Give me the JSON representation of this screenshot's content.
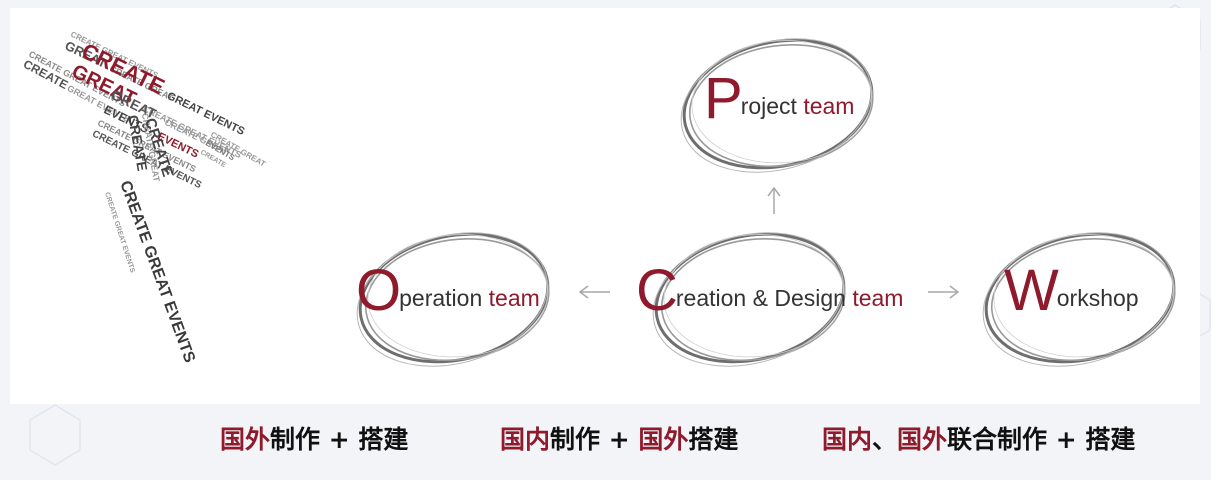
{
  "logo": {
    "words": [
      "CREATE",
      "GREAT",
      "EVENTS",
      "CREATE GREAT EVENTS"
    ],
    "colors": {
      "accent": "#8e1a2b",
      "dark": "#3a3a3a",
      "light": "#9a9a9a"
    }
  },
  "nodes": {
    "project": {
      "initial": "P",
      "rest": "roject ",
      "accent": "team"
    },
    "operation": {
      "initial": "O",
      "rest": "peration ",
      "accent": "team"
    },
    "creation": {
      "initial": "C",
      "rest": "reation & Design ",
      "accent": "team"
    },
    "workshop": {
      "initial": "W",
      "rest": "orkshop",
      "accent": ""
    }
  },
  "bottom": {
    "item1": {
      "red": "国外",
      "black": "制作 + 搭建"
    },
    "item2": {
      "red1": "国内",
      "black1": "制作 + ",
      "red2": "国外",
      "black2": "搭建"
    },
    "item3": {
      "red1": "国内",
      "black1": "、",
      "red2": "国外",
      "black2": "联合制作 + 搭建"
    }
  },
  "colors": {
    "accent": "#8e1a2b",
    "text": "#333333",
    "ring": "#7a7a7a",
    "arrow": "#b0b0b0"
  }
}
